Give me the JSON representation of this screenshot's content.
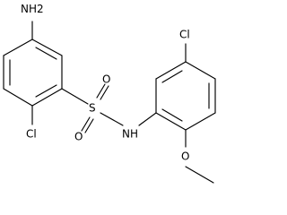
{
  "molecule": {
    "atoms": {
      "amino": "NH2",
      "chloro_left": "Cl",
      "sulfur": "S",
      "oxygen_top": "O",
      "oxygen_bottom": "O",
      "amine": "NH",
      "chloro_right": "Cl",
      "ether_oxygen": "O"
    }
  }
}
